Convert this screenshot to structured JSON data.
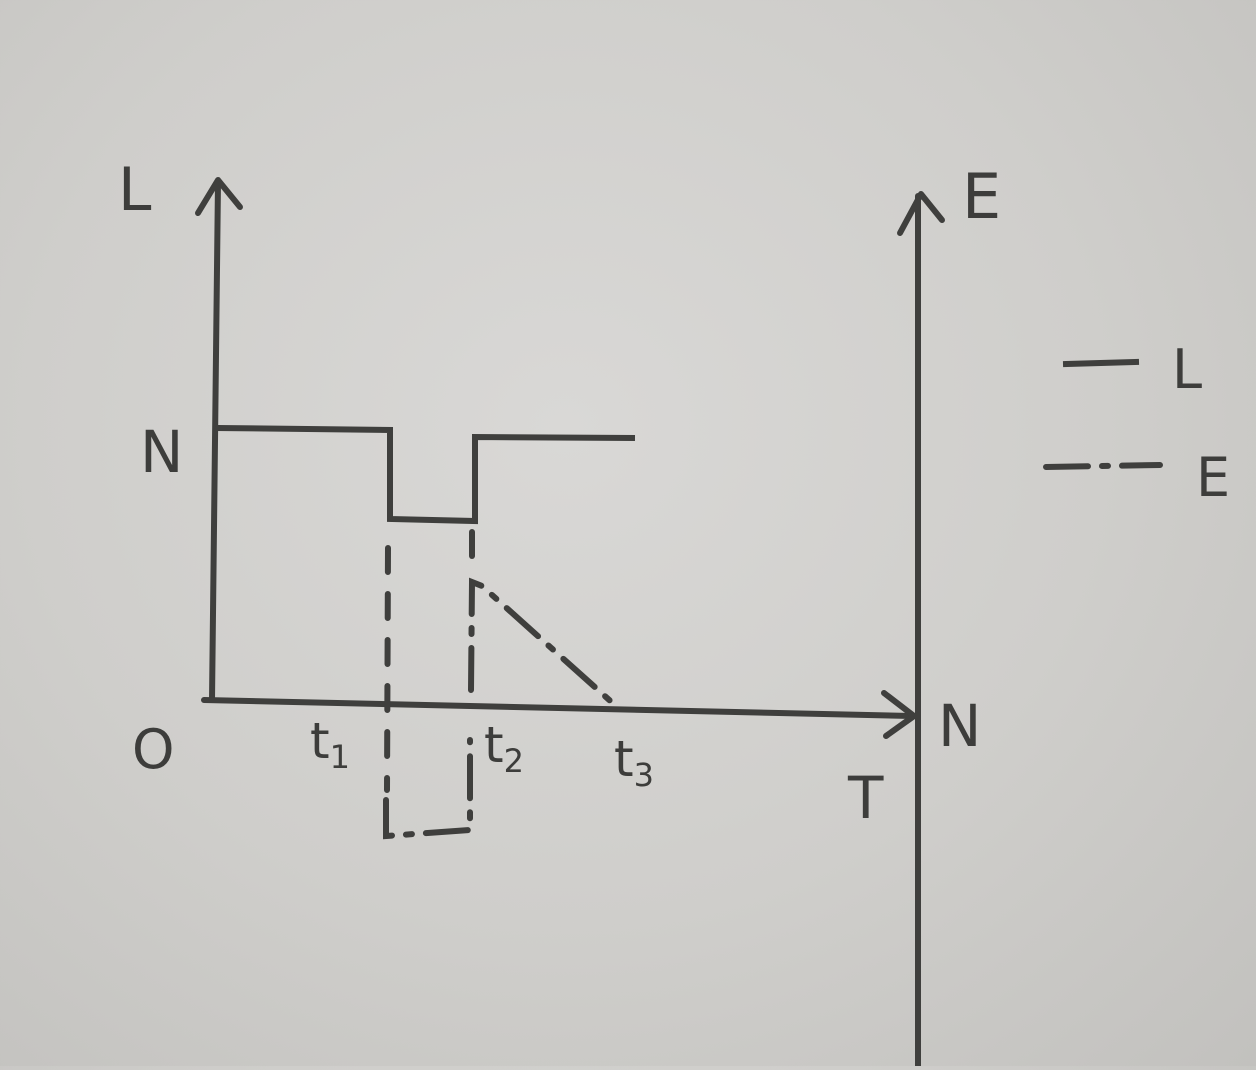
{
  "labels": {
    "left_axis": "L",
    "right_axis": "E",
    "origin": "O",
    "level_n": "N",
    "t1": "t",
    "t1_sub": "1",
    "t2": "t",
    "t2_sub": "2",
    "t3": "t",
    "t3_sub": "3",
    "right_axis_bottom": "N",
    "time_axis": "T"
  },
  "legend": {
    "solid": "L",
    "dashdot": "E"
  },
  "colors": {
    "ink": "#3f3f3d",
    "paper": "#d6d5d2"
  }
}
